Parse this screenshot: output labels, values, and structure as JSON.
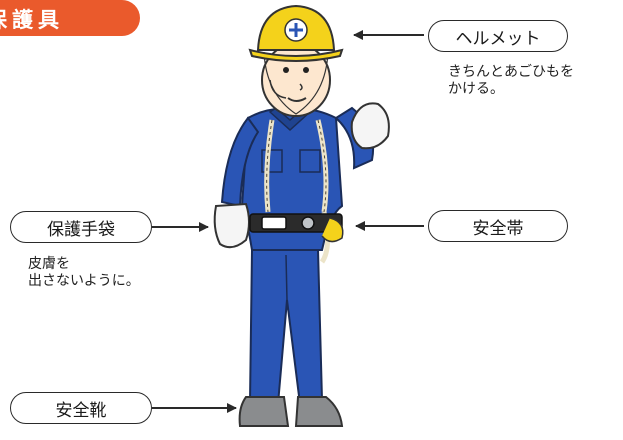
{
  "header": {
    "title": "保護具"
  },
  "labels": {
    "helmet": "ヘルメット",
    "gloves": "保護手袋",
    "harness": "安全帯",
    "boots": "安全靴"
  },
  "notes": {
    "helmet": "きちんとあごひもを\nかける。",
    "gloves": "皮膚を\n出さないように。"
  },
  "colors": {
    "header": "#ea5a2c",
    "helmet": "#f4d21b",
    "suit": "#2a55b5",
    "boots": "#8a8c8e",
    "skin": "#fde7cf"
  }
}
